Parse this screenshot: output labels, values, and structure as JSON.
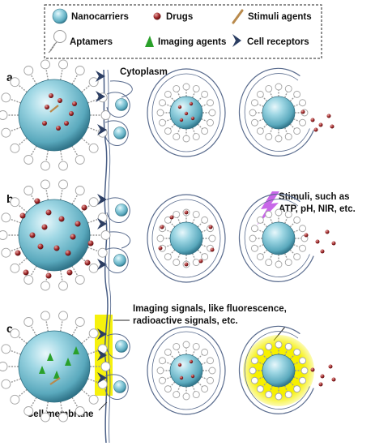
{
  "legend": {
    "nanocarriers": "Nanocarriers",
    "drugs": "Drugs",
    "stimuli_agents": "Stimuli agents",
    "aptamers": "Aptamers",
    "imaging_agents": "Imaging agents",
    "cell_receptors": "Cell receptors"
  },
  "rows": {
    "a": {
      "label": "a"
    },
    "b": {
      "label": "b"
    },
    "c": {
      "label": "c"
    }
  },
  "annotations": {
    "cytoplasm": "Cytoplasm",
    "stimuli_line1": "Stimuli, such as",
    "stimuli_line2": "ATP, pH, NIR, etc.",
    "imaging_line1": "Imaging signals, like fluorescence,",
    "imaging_line2": "radioactive signals, etc.",
    "cell_membrane": "Cell membrane"
  },
  "colors": {
    "nanocarrier": "#7cc6d8",
    "drug": "#a0282a",
    "imaging_agent": "#2aa02a",
    "stimuli_agent": "#b98a4c",
    "receptor": "#2c3e63",
    "membrane": "#4a5f86",
    "highlight": "#f5f000",
    "stimulus_bolt": "#c256e6"
  }
}
